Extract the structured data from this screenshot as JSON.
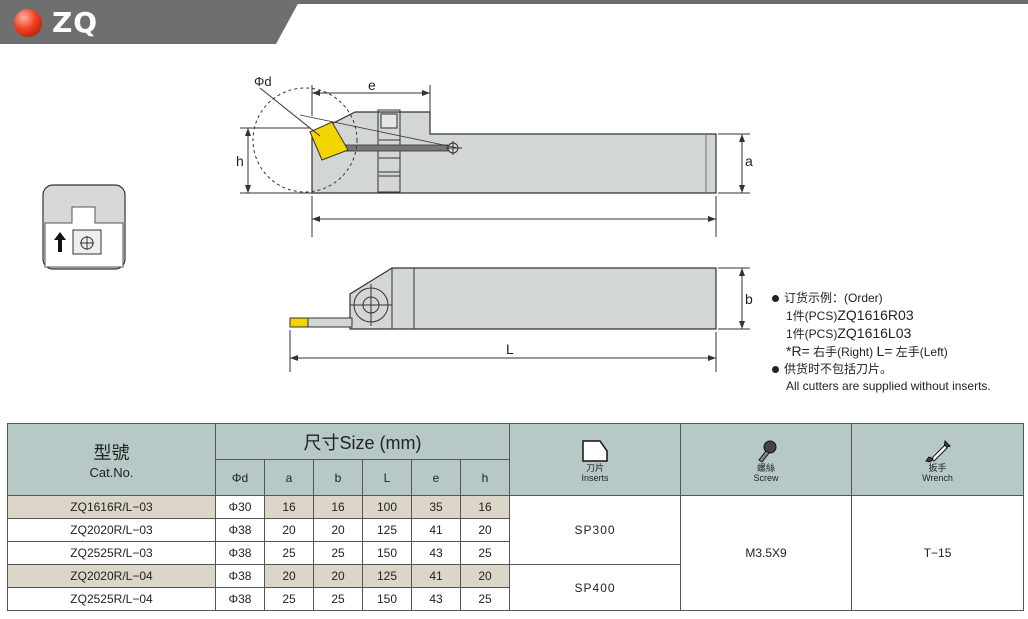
{
  "header": {
    "title": "ZQ",
    "accent_color": "#e8401e",
    "bar_color": "#6f6f6f"
  },
  "drawing": {
    "labels": {
      "phi_d": "Φd",
      "e": "e",
      "h": "h",
      "a": "a",
      "b": "b",
      "L": "L"
    }
  },
  "notes": {
    "order_label": "订货示例：(Order)",
    "example_1": "ZQ1616R03",
    "example_2": "ZQ1616L03",
    "pcs_prefix": "1件(PCS)",
    "rl_line": {
      "r": "*R=",
      "r_txt": "右手(Right)",
      "l": "L=",
      "l_txt": "左手(Left)"
    },
    "supply_cn": "供货时不包括刀片。",
    "supply_en": "All cutters are supplied without inserts."
  },
  "table": {
    "cat_cn": "型號",
    "cat_en": "Cat.No.",
    "size_title": "尺寸Size (mm)",
    "columns": [
      "Φd",
      "a",
      "b",
      "L",
      "e",
      "h"
    ],
    "inserts": {
      "cn": "刀片",
      "en": "Inserts",
      "icon": "insert-icon"
    },
    "screw": {
      "cn": "螺絲",
      "en": "Screw",
      "icon": "screw-icon"
    },
    "wrench": {
      "cn": "扳手",
      "en": "Wrench",
      "icon": "wrench-icon"
    },
    "rows": [
      {
        "cat": "ZQ1616R/L−03",
        "d": "Φ30",
        "a": "16",
        "b": "16",
        "L": "100",
        "e": "35",
        "h": "16"
      },
      {
        "cat": "ZQ2020R/L−03",
        "d": "Φ38",
        "a": "20",
        "b": "20",
        "L": "125",
        "e": "41",
        "h": "20"
      },
      {
        "cat": "ZQ2525R/L−03",
        "d": "Φ38",
        "a": "25",
        "b": "25",
        "L": "150",
        "e": "43",
        "h": "25"
      },
      {
        "cat": "ZQ2020R/L−04",
        "d": "Φ38",
        "a": "20",
        "b": "20",
        "L": "125",
        "e": "41",
        "h": "20"
      },
      {
        "cat": "ZQ2525R/L−04",
        "d": "Φ38",
        "a": "25",
        "b": "25",
        "L": "150",
        "e": "43",
        "h": "25"
      }
    ],
    "insert_values": [
      "SP300",
      "SP400"
    ],
    "screw_value": "M3.5X9",
    "wrench_value": "T−15"
  }
}
